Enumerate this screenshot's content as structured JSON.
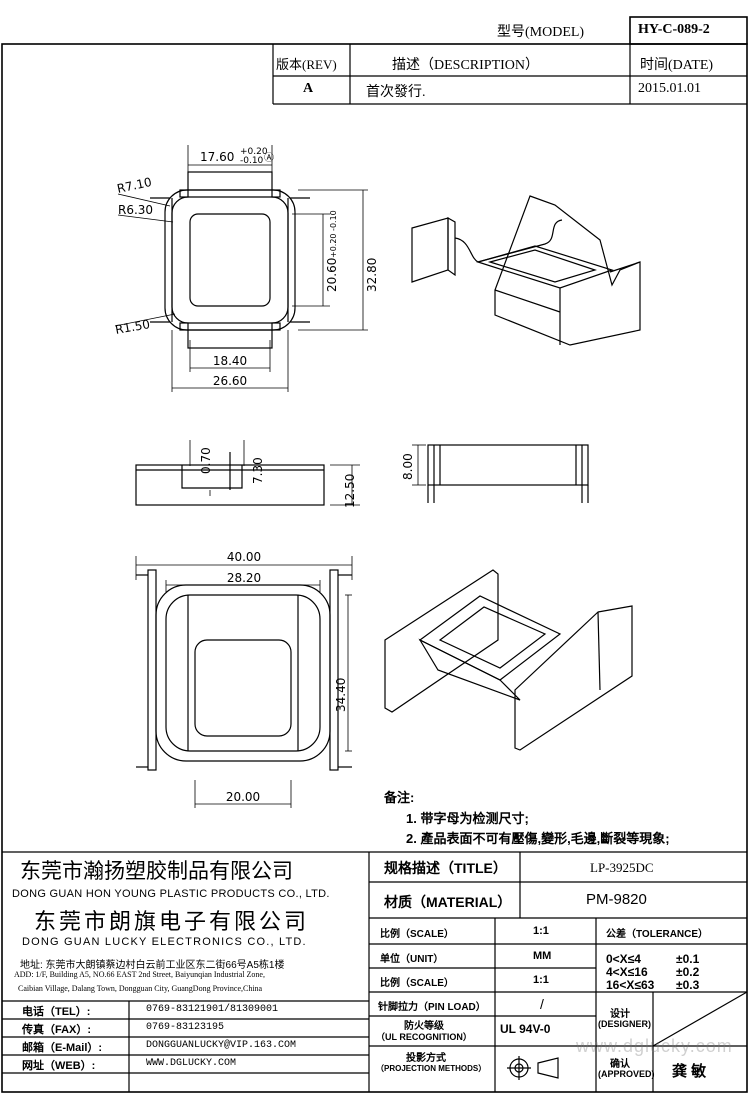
{
  "header": {
    "model_label": "型号(MODEL)",
    "model_value": "HY-C-089-2",
    "rev_label": "版本(REV)",
    "desc_label": "描述（DESCRIPTION）",
    "date_label": "时间(DATE)",
    "rev_value": "A",
    "desc_value": "首次發行.",
    "date_value": "2015.01.01"
  },
  "dims": {
    "top_width": "17.60",
    "top_tol_plus": "+0.20",
    "top_tol_minus": "-0.10",
    "circle_a": "Ⓐ",
    "r1": "R7.10",
    "r2": "R6.30",
    "r3": "R1.50",
    "inner_h": "20.60",
    "inner_h_tol": "+0.20 -0.10",
    "outer_h": "32.80",
    "w1": "18.40",
    "w2": "26.60",
    "slot_w": "0.70",
    "slot_h": "7.30",
    "side_h": "12.50",
    "side_r": "8.00",
    "bottom_w1": "40.00",
    "bottom_w2": "28.20",
    "bottom_h": "34.40",
    "bottom_w3": "20.00"
  },
  "notes": {
    "title": "备注:",
    "items": [
      "1. 带字母为检测尺寸;",
      "2. 產品表面不可有壓傷,變形,毛邊,斷裂等現象;"
    ]
  },
  "company": {
    "cn1": "东莞市瀚扬塑胶制品有限公司",
    "en1": "DONG GUAN HON YOUNG PLASTIC PRODUCTS CO., LTD.",
    "cn2": "东莞市朗旗电子有限公司",
    "en2": "DONG GUAN LUCKY ELECTRONICS CO., LTD.",
    "addr_cn": "地址: 东莞市大朗镇蔡边村白云前工业区东二街66号A5栋1楼",
    "addr_en1": "ADD: 1/F, Building A5, NO.66 EAST 2nd Street, Baiyunqian Industrial Zone,",
    "addr_en2": "Caibian Village, Dalang Town, Dongguan City, GuangDong Province,China",
    "tel_label": "电话（TEL）:",
    "tel_value": "0769-83121901/81309001",
    "fax_label": "传真（FAX）:",
    "fax_value": "0769-83123195",
    "mail_label": "邮箱（E-Mail）:",
    "mail_value": "DONGGUANLUCKY@VIP.163.COM",
    "web_label": "网址（WEB）:",
    "web_value": "WWW.DGLUCKY.COM"
  },
  "spec": {
    "title_label": "规格描述（TITLE）",
    "title_value": "LP-3925DC",
    "material_label": "材质（MATERIAL）",
    "material_value": "PM-9820",
    "scale_label": "比例（SCALE）",
    "scale_value": "1:1",
    "tolerance_label": "公差（TOLERANCE）",
    "unit_label": "单位（UNIT）",
    "unit_value": "MM",
    "scale2_label": "比例（SCALE）",
    "scale2_value": "1:1",
    "tol1": "0<X≤4",
    "tol1_v": "±0.1",
    "tol2": "4<X≤16",
    "tol2_v": "±0.2",
    "tol3": "16<X≤63",
    "tol3_v": "±0.3",
    "pin_label": "针脚拉力（PIN LOAD）",
    "pin_value": "/",
    "ul_label1": "防火等级",
    "ul_label2": "（UL RECOGNITION）",
    "ul_value": "UL 94V-0",
    "designer_label1": "设计",
    "designer_label2": "(DESIGNER)",
    "approved_label1": "确认",
    "approved_label2": "(APPROVED)",
    "approved_value": "龚 敏",
    "proj_label1": "投影方式",
    "proj_label2": "（PROJECTION METHODS）",
    "watermark": "www.dglucky.com"
  }
}
